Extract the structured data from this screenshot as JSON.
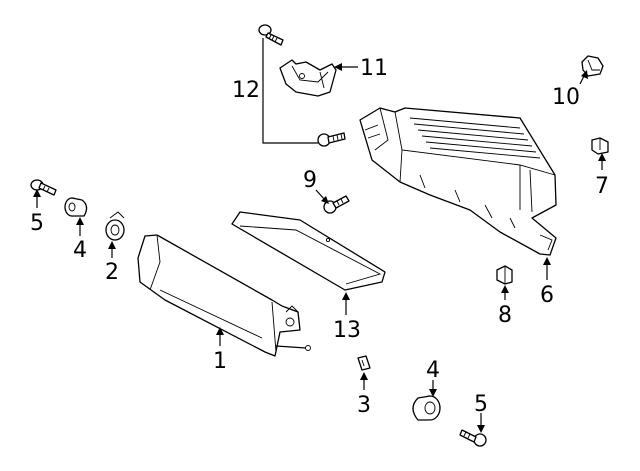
{
  "diagram": {
    "callouts": [
      {
        "id": "c1",
        "text": "1"
      },
      {
        "id": "c2",
        "text": "2"
      },
      {
        "id": "c3",
        "text": "3"
      },
      {
        "id": "c4a",
        "text": "4"
      },
      {
        "id": "c4b",
        "text": "4"
      },
      {
        "id": "c5a",
        "text": "5"
      },
      {
        "id": "c5b",
        "text": "5"
      },
      {
        "id": "c6",
        "text": "6"
      },
      {
        "id": "c7",
        "text": "7"
      },
      {
        "id": "c8",
        "text": "8"
      },
      {
        "id": "c9",
        "text": "9"
      },
      {
        "id": "c10",
        "text": "10"
      },
      {
        "id": "c11",
        "text": "11"
      },
      {
        "id": "c12",
        "text": "12"
      },
      {
        "id": "c13",
        "text": "13"
      }
    ]
  }
}
